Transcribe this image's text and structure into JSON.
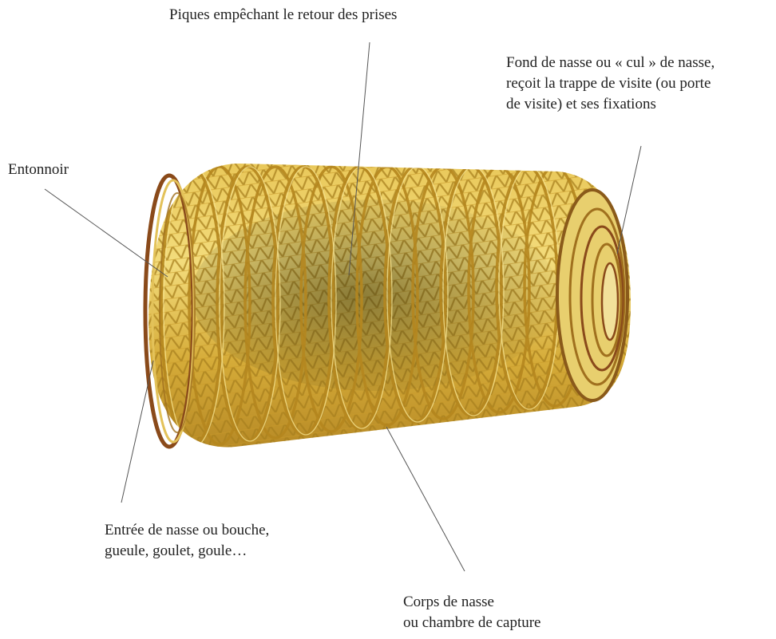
{
  "labels": {
    "piques": "Piques empêchant le retour des prises",
    "fond": [
      "Fond de nasse ou « cul » de nasse,",
      "reçoit la trappe de visite (ou porte",
      "de visite) et ses fixations"
    ],
    "entonnoir": "Entonnoir",
    "entree": [
      "Entrée de nasse ou bouche,",
      "gueule, goulet, goule…"
    ],
    "corps": [
      "Corps de nasse",
      "ou chambre de capture"
    ]
  },
  "colors": {
    "leader_line": "#555555",
    "wicker_light": "#efd36a",
    "wicker_mid": "#d8b13a",
    "wicker_dark": "#a87a1c",
    "wicker_rust": "#8a4a1a"
  }
}
